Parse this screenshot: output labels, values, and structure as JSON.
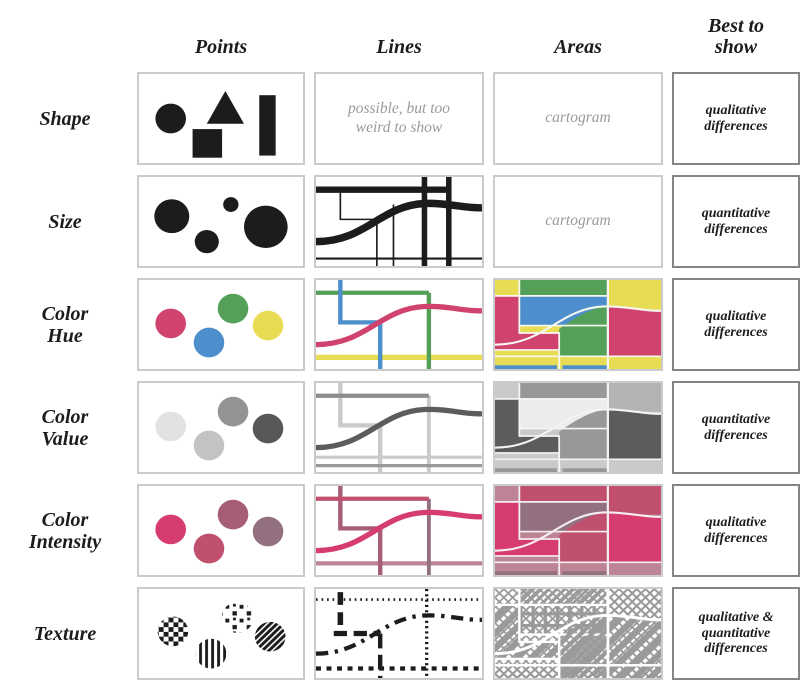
{
  "figure": {
    "columns": {
      "points": "Points",
      "lines": "Lines",
      "areas": "Areas",
      "best": "Best to\nshow"
    }
  },
  "rows": [
    {
      "label": "Shape",
      "lines_text": "possible, but too\nweird to show",
      "areas_text": "cartogram",
      "best": "qualitative\ndifferences"
    },
    {
      "label": "Size",
      "areas_text": "cartogram",
      "best": "quantitative\ndifferences"
    },
    {
      "label": "Color\nHue",
      "best": "qualitative\ndifferences"
    },
    {
      "label": "Color\nValue",
      "best": "quantitative\ndifferences"
    },
    {
      "label": "Color\nIntensity",
      "best": "qualitative\ndifferences"
    },
    {
      "label": "Texture",
      "best": "qualitative &\nquantitative\ndifferences"
    }
  ],
  "colors": {
    "ink": "#1c1c1c",
    "cell_border": "#cbcbcb",
    "best_border": "#858585",
    "muted_text": "#9a9a9a",
    "pattern_gray": "#9a9a9a",
    "hue": {
      "pink": "#d0436f",
      "blue": "#4d8fcc",
      "green": "#55a058",
      "yellow": "#e9dc55"
    },
    "value": {
      "lightest": "#ececec",
      "light": "#cacaca",
      "mid_light": "#b3b3b3",
      "medium": "#989898",
      "dark_mid": "#8d8d8d",
      "dark": "#5c5c5c",
      "points": [
        "#e2e2e2",
        "#c3c3c3",
        "#939393",
        "#585858"
      ]
    },
    "intensity": {
      "vivid": "#d63c6e",
      "medium": "#c0506e",
      "muted": "#a65d77",
      "gray": "#927080",
      "pale": "#bd8496"
    }
  }
}
